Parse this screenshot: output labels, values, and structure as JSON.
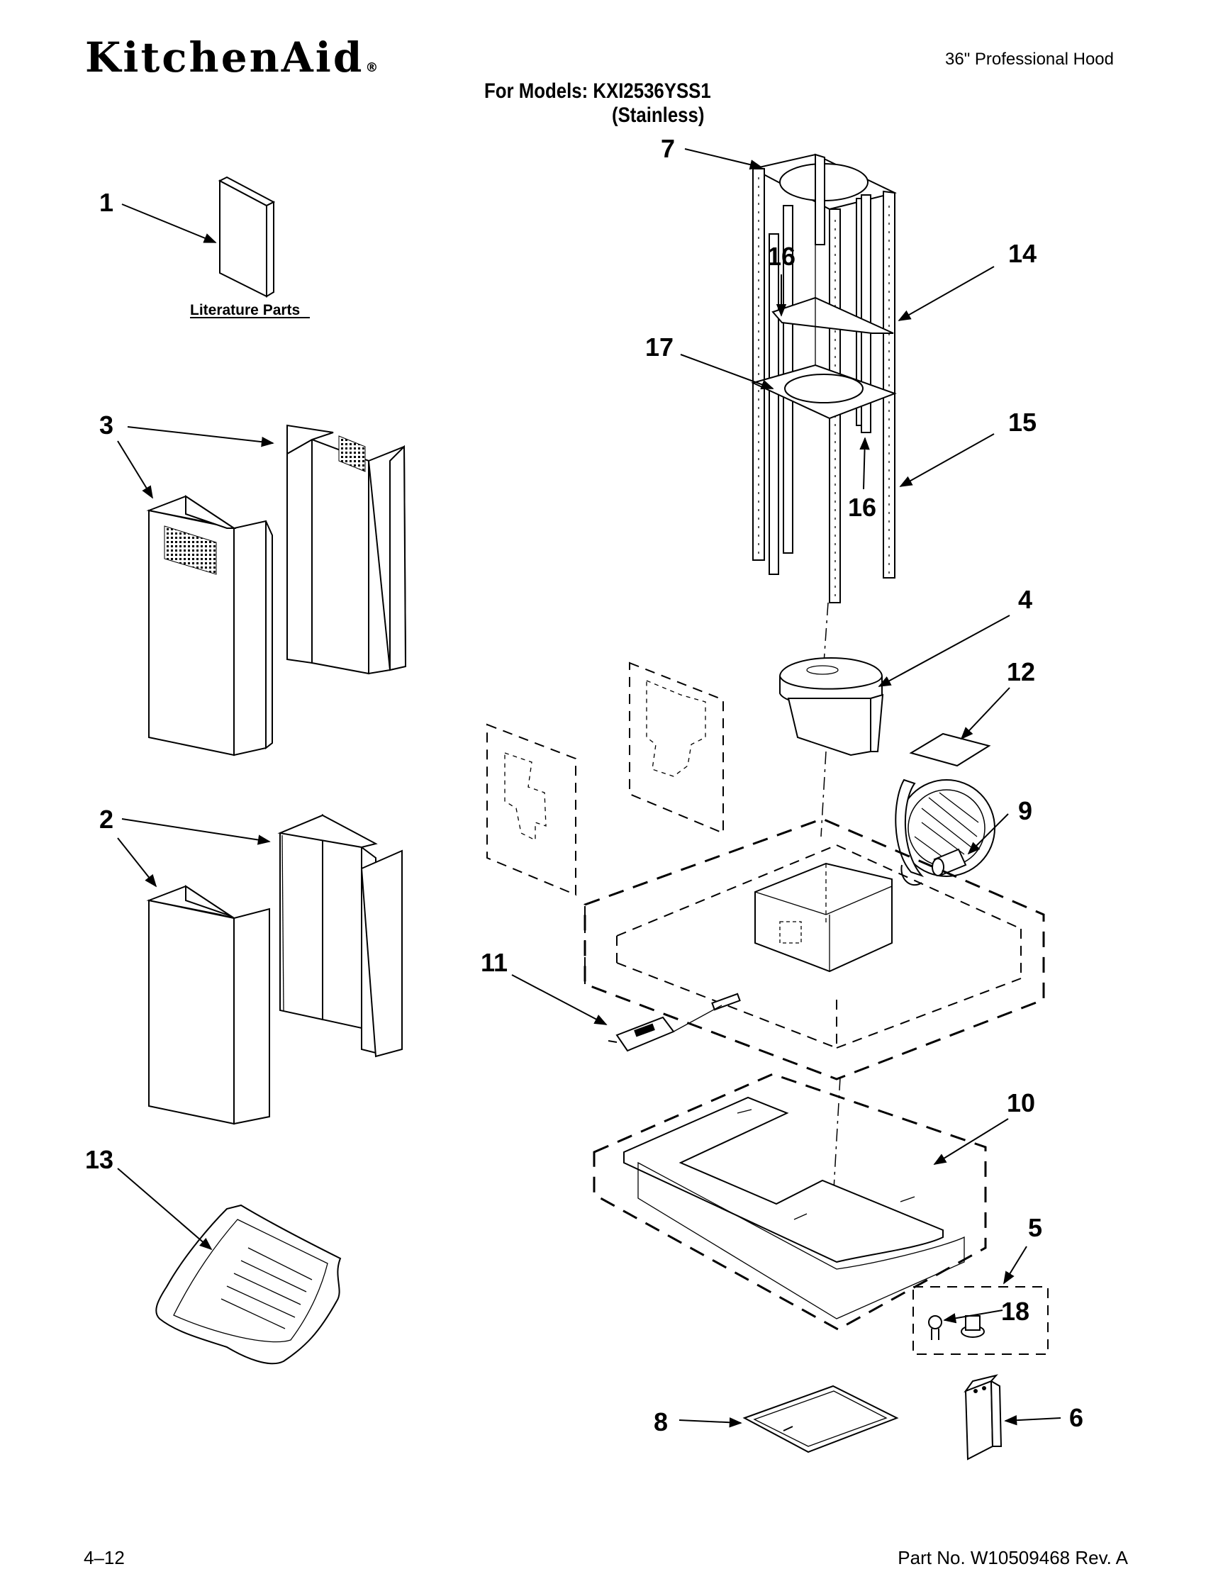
{
  "header": {
    "brand": "KitchenAid",
    "brand_reg": "®",
    "product": "36\" Professional Hood",
    "models_label": "For Models: KXI2536YSS1",
    "models_finish": "(Stainless)"
  },
  "diagram": {
    "literature_label": "Literature Parts",
    "callouts": [
      {
        "id": "c1",
        "text": "1"
      },
      {
        "id": "c2",
        "text": "2"
      },
      {
        "id": "c3",
        "text": "3"
      },
      {
        "id": "c4",
        "text": "4"
      },
      {
        "id": "c5",
        "text": "5"
      },
      {
        "id": "c6",
        "text": "6"
      },
      {
        "id": "c7",
        "text": "7"
      },
      {
        "id": "c8",
        "text": "8"
      },
      {
        "id": "c9",
        "text": "9"
      },
      {
        "id": "c10",
        "text": "10"
      },
      {
        "id": "c11",
        "text": "11"
      },
      {
        "id": "c12",
        "text": "12"
      },
      {
        "id": "c13",
        "text": "13"
      },
      {
        "id": "c14",
        "text": "14"
      },
      {
        "id": "c15",
        "text": "15"
      },
      {
        "id": "c16a",
        "text": "16"
      },
      {
        "id": "c16b",
        "text": "16"
      },
      {
        "id": "c17",
        "text": "17"
      },
      {
        "id": "c18",
        "text": "18"
      }
    ]
  },
  "footer": {
    "page": "4–12",
    "part_no": "Part No. W10509468 Rev. A"
  }
}
